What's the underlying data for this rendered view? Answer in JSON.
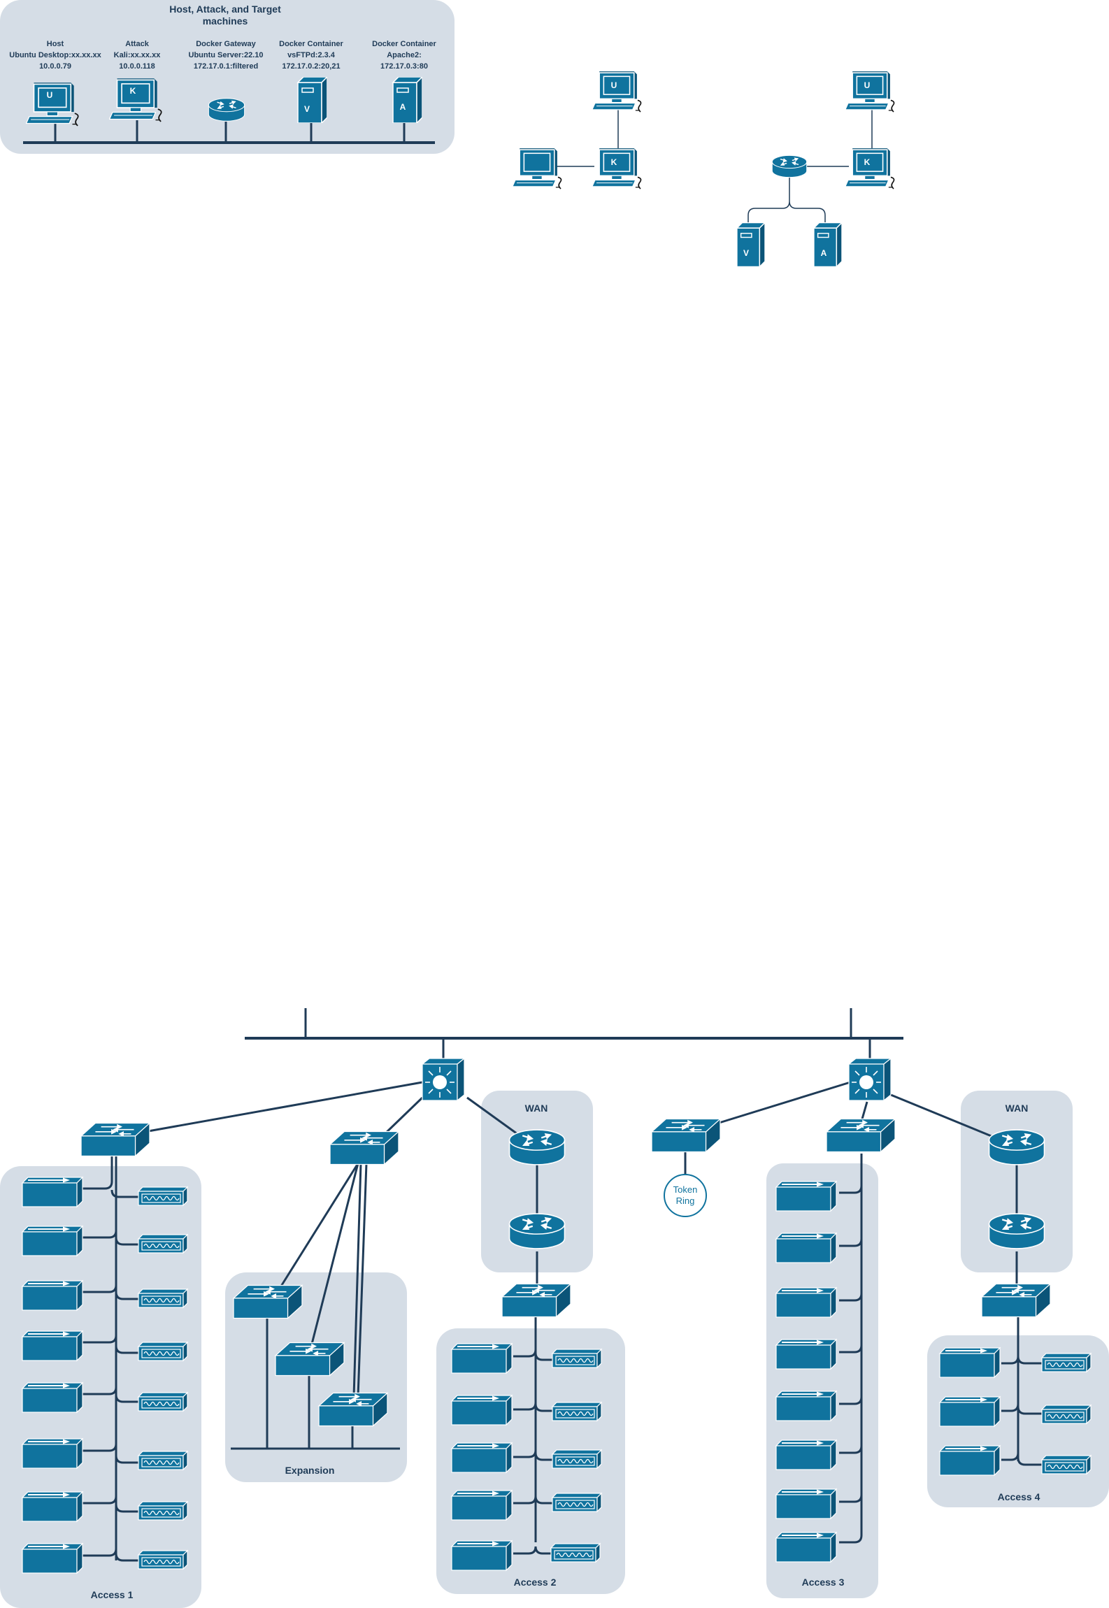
{
  "top_group": {
    "title_line1": "Host, Attack, and Target",
    "title_line2": "machines",
    "machines": [
      {
        "role": "Host",
        "os": "Ubuntu Desktop:xx.xx.xx",
        "ip": "10.0.0.79",
        "letter": "U",
        "icon": "workstation-icon"
      },
      {
        "role": "Attack",
        "os": "Kali:xx.xx.xx",
        "ip": "10.0.0.118",
        "letter": "K",
        "icon": "workstation-icon"
      },
      {
        "role": "Docker Gateway",
        "os": "Ubuntu Server:22.10",
        "ip": "172.17.0.1:filtered",
        "letter": "",
        "icon": "router-icon"
      },
      {
        "role": "Docker Container",
        "os": "vsFTPd:2.3.4",
        "ip": "172.17.0.2:20,21",
        "letter": "V",
        "icon": "server-icon"
      },
      {
        "role": "Docker Container",
        "os": "Apache2:",
        "ip": "172.17.0.3:80",
        "letter": "A",
        "icon": "server-icon"
      }
    ]
  },
  "mini_diagram_1": {
    "letters": [
      "U",
      "K"
    ]
  },
  "mini_diagram_2": {
    "letters": [
      "U",
      "K",
      "V",
      "A"
    ]
  },
  "network": {
    "groups": {
      "access1": "Access 1",
      "expansion": "Expansion",
      "wan_left": "WAN",
      "access2": "Access 2",
      "access3": "Access 3",
      "wan_right": "WAN",
      "access4": "Access 4"
    },
    "token_ring": {
      "line1": "Token",
      "line2": "Ring"
    }
  },
  "colors": {
    "device": "#10739e",
    "device_dark": "#0b5478",
    "line": "#1f3b57",
    "group_bg": "#d5dde6"
  }
}
